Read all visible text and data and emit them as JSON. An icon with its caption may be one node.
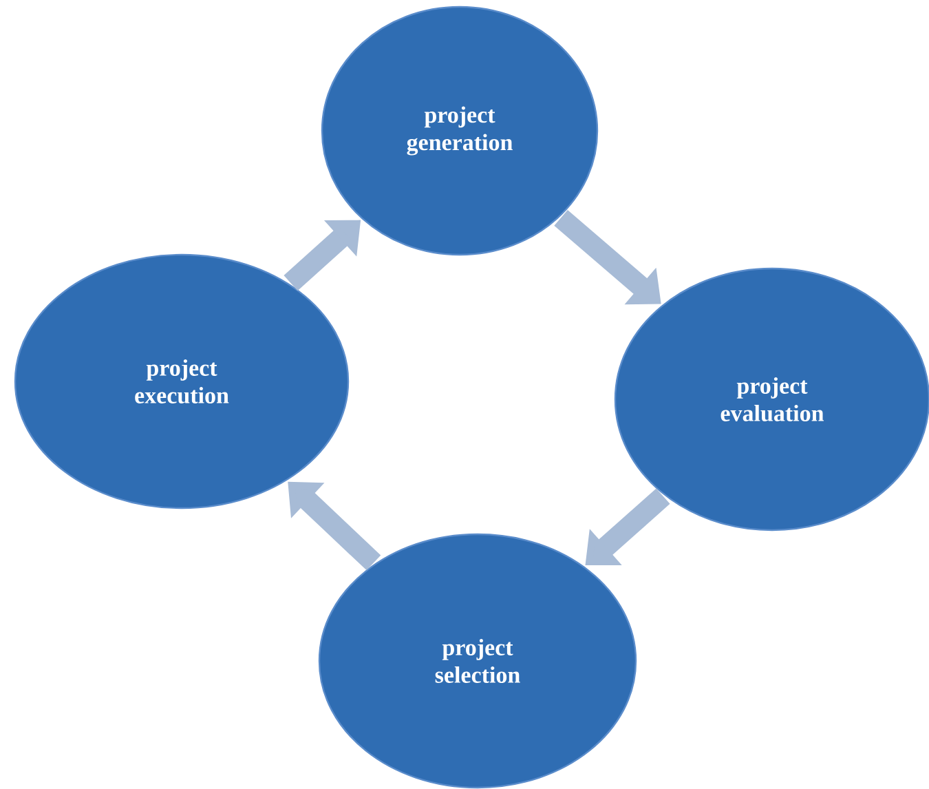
{
  "diagram": {
    "nodes": [
      {
        "text": [
          "project generation"
        ]
      },
      {
        "text": [
          "project evaluation"
        ]
      },
      {
        "text": [
          "project selection"
        ]
      },
      {
        "text": [
          "project execution"
        ]
      }
    ],
    "edges": [
      {
        "from": 0,
        "to": 1,
        "arrow": "to"
      },
      {
        "from": 1,
        "to": 2,
        "arrow": "to"
      },
      {
        "from": 2,
        "to": 3,
        "arrow": "to"
      },
      {
        "from": 3,
        "to": 0,
        "arrow": "to"
      }
    ]
  }
}
